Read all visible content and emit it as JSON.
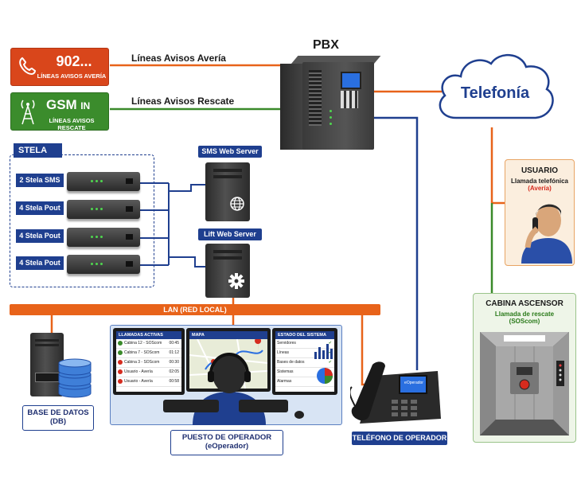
{
  "colors": {
    "orange": "#e8631a",
    "green": "#3a8a2a",
    "blue": "#1f3f8f",
    "navy": "#1f2f70",
    "red": "#d52b1e"
  },
  "avisos_averia": {
    "number": "902...",
    "subtitle": "LÍNEAS AVISOS AVERÍA",
    "icon": "phone-handset-icon"
  },
  "avisos_rescate": {
    "number": "GSM",
    "suffix": "IN",
    "subtitle": "LÍNEAS AVISOS RESCATE",
    "icon": "antenna-tower-icon"
  },
  "links": {
    "averia": "Líneas Avisos Avería",
    "rescate": "Líneas Avisos Rescate"
  },
  "pbx": {
    "title": "PBX"
  },
  "telefonia": {
    "title": "Telefonía"
  },
  "stela": {
    "title": "STELA",
    "devices": [
      "2 Stela SMS",
      "4 Stela Pout",
      "4 Stela Pout",
      "4 Stela Pout"
    ]
  },
  "servers": {
    "sms": "SMS Web Server",
    "lift": "Lift Web Server"
  },
  "lan": {
    "label": "LAN (RED LOCAL)"
  },
  "usuario": {
    "title": "USUARIO",
    "line1": "Llamada telefónica",
    "line2": "(Avería)"
  },
  "cabina": {
    "title": "CABINA ASCENSOR",
    "line1": "Llamada de rescate",
    "line2": "(SOScom)"
  },
  "database": {
    "line1": "BASE DE DATOS",
    "line2": "(DB)"
  },
  "operator": {
    "line1": "PUESTO DE OPERADOR",
    "line2": "(eOperador)"
  },
  "phone": {
    "label": "TELÉFONO DE OPERADOR",
    "screen": "eOperador"
  },
  "screens": {
    "llamadas": {
      "title": "LLAMADAS ACTIVAS",
      "rows": [
        {
          "name": "Cabina 12 - SOScom",
          "time": "00:45",
          "status": "green"
        },
        {
          "name": "Cabina 7 - SOScom",
          "time": "01:12",
          "status": "green"
        },
        {
          "name": "Cabina 3 - SOScom",
          "time": "00:30",
          "status": "red"
        },
        {
          "name": "Usuario - Avería",
          "time": "02:05",
          "status": "red"
        },
        {
          "name": "Usuario - Avería",
          "time": "00:58",
          "status": "red"
        }
      ]
    },
    "mapa": {
      "title": "MAPA"
    },
    "estado": {
      "title": "ESTADO DEL SISTEMA",
      "rows": [
        "Servidores",
        "Líneas",
        "Bases de datos",
        "Sistemas",
        "Alarmas"
      ]
    }
  }
}
